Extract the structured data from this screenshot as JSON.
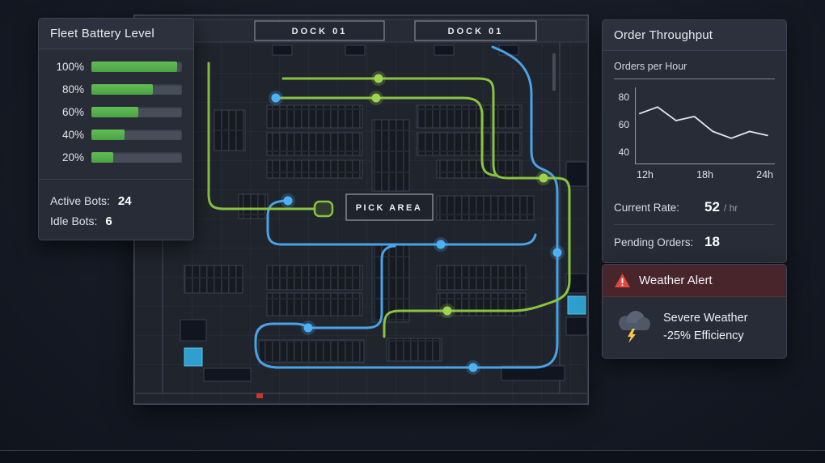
{
  "colors": {
    "route_green": "#8ac43f",
    "route_blue": "#4aa3e8",
    "battery_green": "#4aa244",
    "alert_red": "#e2483e",
    "lightning_yellow": "#f6c844",
    "highlight_cyan": "#2f9fd0"
  },
  "fleet_panel": {
    "title": "Fleet Battery Level",
    "battery_levels": [
      {
        "label": "100%",
        "fill": 95
      },
      {
        "label": "80%",
        "fill": 68
      },
      {
        "label": "60%",
        "fill": 52
      },
      {
        "label": "40%",
        "fill": 37
      },
      {
        "label": "20%",
        "fill": 24
      }
    ],
    "stats": [
      {
        "label": "Active Bots:",
        "value": "24"
      },
      {
        "label": "Idle Bots:",
        "value": "6"
      }
    ]
  },
  "map": {
    "dock_labels": [
      "DOCK 01",
      "DOCK 01"
    ],
    "pick_area_label": "PICK AREA"
  },
  "throughput_panel": {
    "title": "Order Throughput",
    "chart_title": "Orders per Hour",
    "current_rate_label": "Current Rate:",
    "current_rate_value": "52",
    "current_rate_unit": "/ hr",
    "pending_label": "Pending Orders:",
    "pending_value": "18"
  },
  "weather_panel": {
    "title": "Weather Alert",
    "line1": "Severe Weather",
    "line2": "-25% Efficiency"
  },
  "chart_data": {
    "type": "line",
    "title": "Orders per Hour",
    "x_ticks": [
      "12h",
      "18h",
      "24h"
    ],
    "y_ticks": [
      80,
      60,
      40
    ],
    "x": [
      0,
      1,
      2,
      3,
      4,
      5,
      6,
      7
    ],
    "values": [
      68,
      73,
      63,
      66,
      55,
      50,
      55,
      52
    ],
    "ylim": [
      35,
      85
    ],
    "legend": false,
    "grid": false
  }
}
